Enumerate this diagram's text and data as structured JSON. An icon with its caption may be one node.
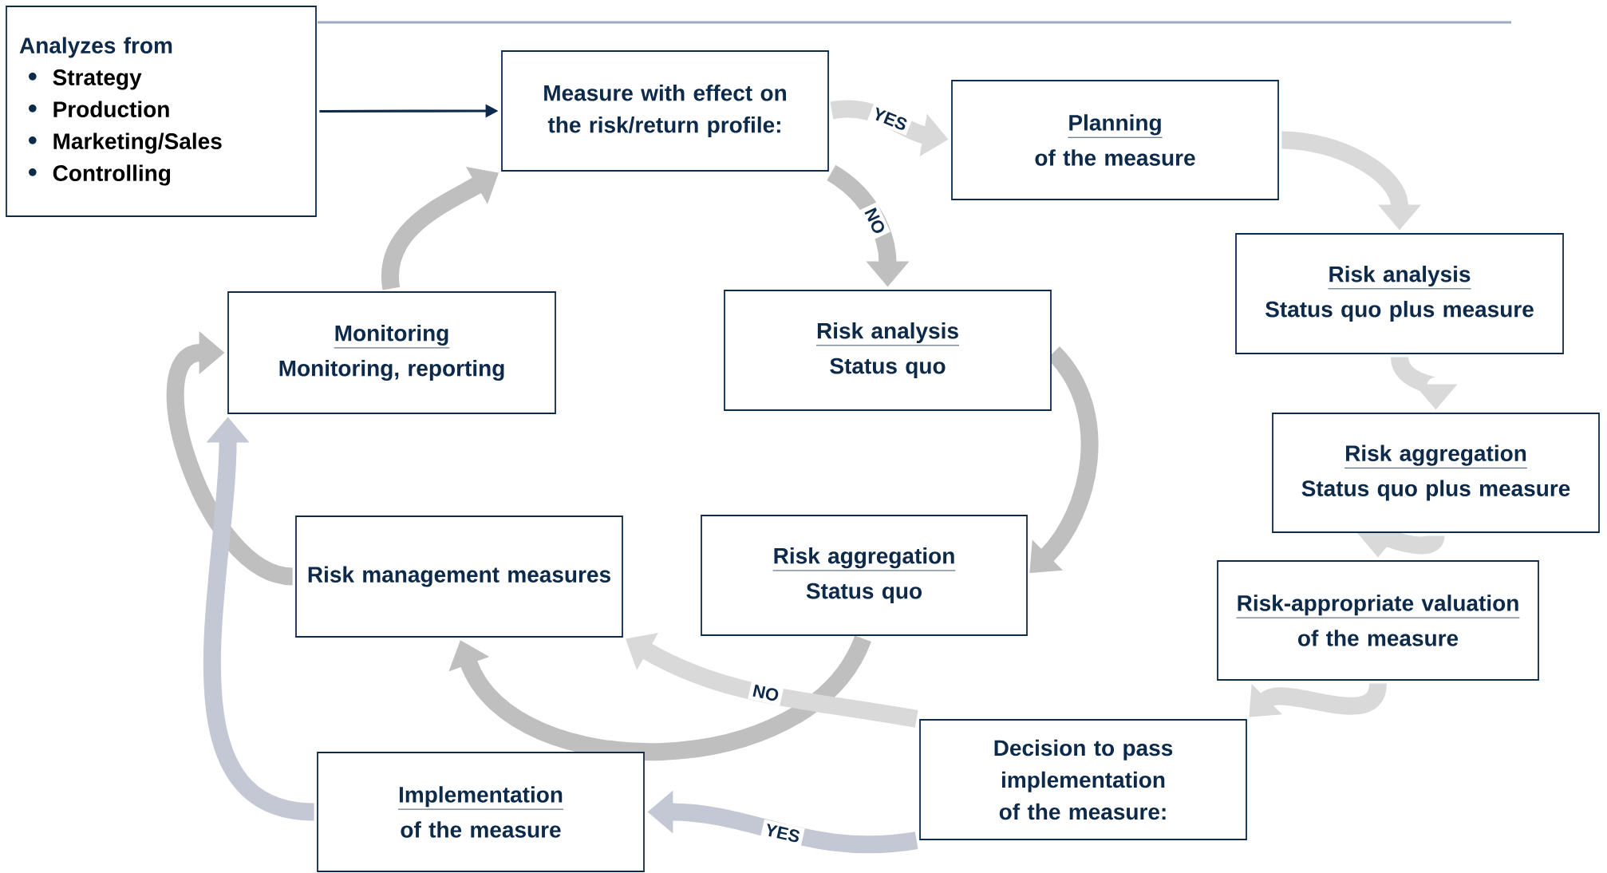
{
  "diagram": {
    "nodes": [
      {
        "text": [
          "Analyzes from",
          "Strategy",
          "Production",
          "Marketing/Sales",
          "Controlling"
        ]
      },
      {
        "text": [
          "Measure with effect on the risk/return profile:"
        ]
      },
      {
        "text": [
          "Planning",
          "of the measure"
        ]
      },
      {
        "text": [
          "Risk analysis",
          "Status quo plus measure"
        ]
      },
      {
        "text": [
          "Risk aggregation",
          "Status quo plus measure"
        ]
      },
      {
        "text": [
          "Risk-appropriate valuation",
          "of the measure"
        ]
      },
      {
        "text": [
          "Decision to pass implementation of the measure:"
        ]
      },
      {
        "text": [
          "Implementation",
          "of the measure"
        ]
      },
      {
        "text": [
          "Monitoring",
          "Monitoring, reporting"
        ]
      },
      {
        "text": [
          "Risk analysis",
          "Status quo"
        ]
      },
      {
        "text": [
          "Risk aggregation",
          "Status quo"
        ]
      },
      {
        "text": [
          "Risk management measures"
        ]
      }
    ],
    "edges": [
      {
        "from": 0,
        "to": 1,
        "arrow": "to",
        "color": "#0d2a4a"
      },
      {
        "from": 1,
        "to": 2,
        "arrow": "to",
        "label": "YES",
        "color": "#d9d9d9"
      },
      {
        "from": 1,
        "to": 9,
        "arrow": "to",
        "label": "NO",
        "color": "#bfbfbf"
      },
      {
        "from": 9,
        "to": 10,
        "arrow": "to",
        "color": "#bfbfbf"
      },
      {
        "from": 10,
        "to": 11,
        "arrow": "to",
        "color": "#bfbfbf"
      },
      {
        "from": 11,
        "to": 8,
        "arrow": "to",
        "color": "#bfbfbf"
      },
      {
        "from": 8,
        "to": 1,
        "arrow": "to",
        "color": "#bfbfbf"
      },
      {
        "from": 2,
        "to": 3,
        "arrow": "to",
        "color": "#d9d9d9"
      },
      {
        "from": 3,
        "to": 4,
        "arrow": "to",
        "color": "#d9d9d9"
      },
      {
        "from": 4,
        "to": 5,
        "arrow": "to",
        "color": "#d9d9d9"
      },
      {
        "from": 5,
        "to": 6,
        "arrow": "to",
        "color": "#d9d9d9"
      },
      {
        "from": 6,
        "to": 11,
        "arrow": "to",
        "label": "NO",
        "color": "#d9d9d9"
      },
      {
        "from": 6,
        "to": 7,
        "arrow": "to",
        "label": "YES",
        "color": "#c3c8d4"
      },
      {
        "from": 7,
        "to": 8,
        "arrow": "to",
        "color": "#c3c8d4"
      }
    ]
  }
}
